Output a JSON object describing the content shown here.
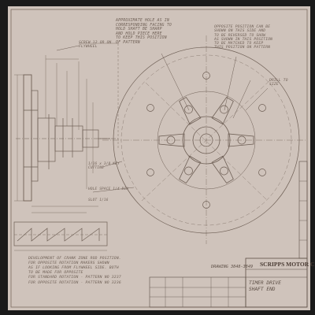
{
  "sheet": {
    "paper_color": "#cfc3bb",
    "line_color": "#6e5f55",
    "frame_color": "#1a1a1a"
  },
  "notes": {
    "top_center": "APPROXIMATE HOLE AS IN\nCORRESPONDING FACING TO\nHOLD SHAFT BE SHARP\nAND HOLD PIECE HERE\nTO KEEP THIS POSITION\nOF PATTERN",
    "top_right": "OPPOSITE POSITION CAN BE\nSHOWN ON THIS SIDE AND\nTO BE REVERSED TO SHOW\nAS SHOWN IN THIS POSITION\nTO BE MATCHED TO KEEP\nTHIS POSITION ON PATTERN",
    "left_upper": "SCREW 12 OR ON\nFLYWHEEL",
    "right_small": "DRILL TO\nSIZE",
    "left_mid": "1/16 x 3/8 KEY\nCUTTING",
    "left_holes": "HOLE SPACE 1/4 DIA",
    "left_lower": "SLOT 1/16",
    "bottom_left": "DEVELOPMENT OF CRANK ZONE ROD POSITION.\nFOR OPPOSITE ROTATION MAKERS SHOWN\nAS IF LOOKING FROM FLYWHEEL SIDE. BOTH\nTO BE MADE FOR OPPOSITE\nFOR STANDARD ROTATION - PATTERN NO 3237\nFOR OPPOSITE ROTATION - PATTERN NO 3236"
  },
  "title_block": {
    "company": "SCRIPPS MOTOR C",
    "part_name": "TIMER DRIVE\nSHAFT END",
    "drawing_no": "DRAWING 3848-3849"
  }
}
